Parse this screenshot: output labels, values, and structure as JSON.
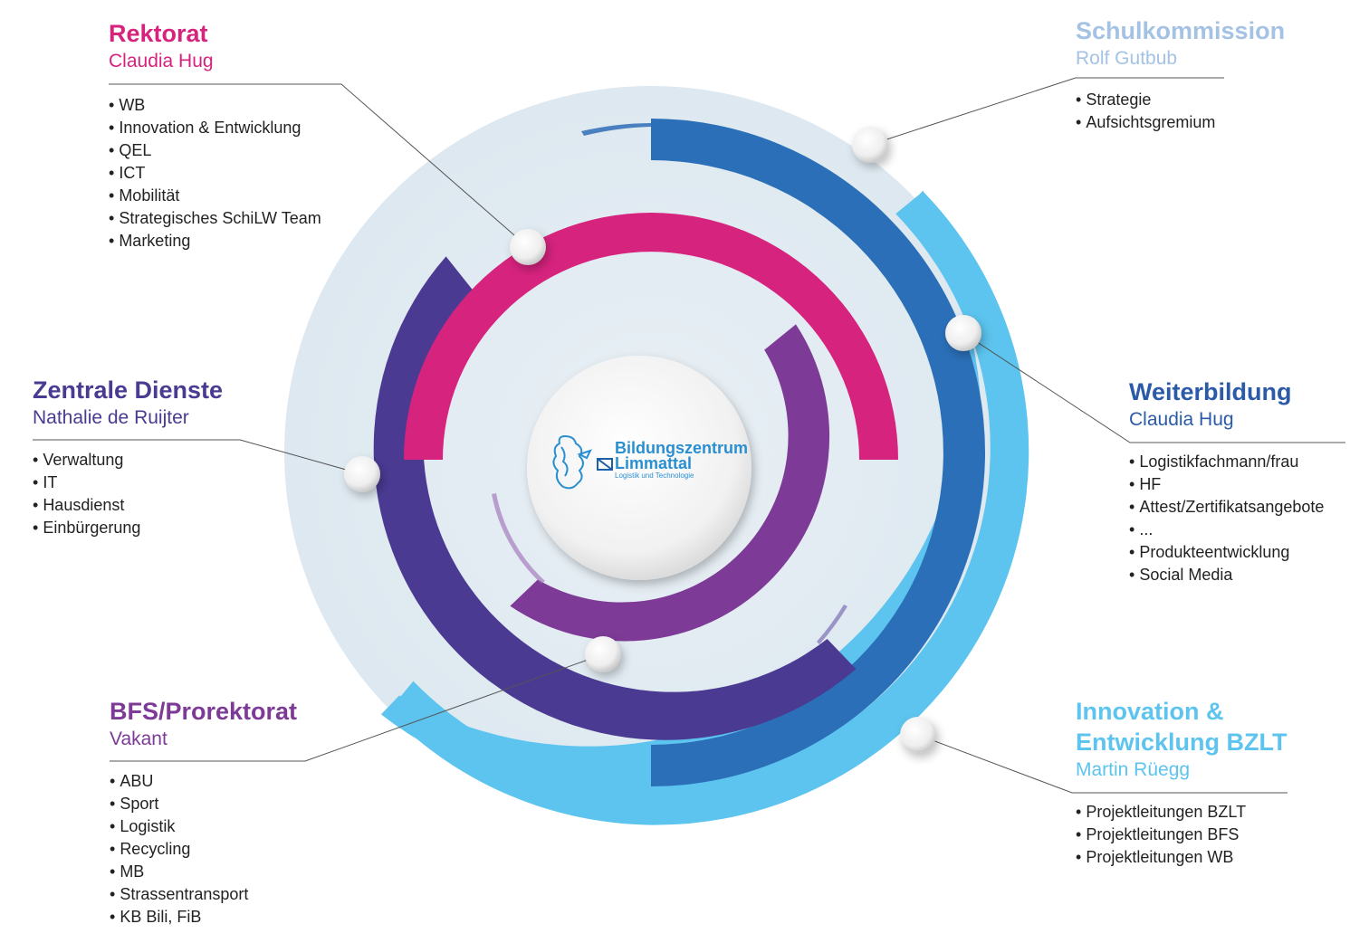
{
  "colors": {
    "rektorat": "#d6237d",
    "schulkommission": "#a4c2e4",
    "zentrale_dienste": "#4a3a92",
    "weiterbildung": "#2a5aa8",
    "bfs": "#7d3a96",
    "innovation": "#5cc4ee",
    "background_disc": "#e4ecf2",
    "text": "#222222"
  },
  "center_logo": {
    "line1": "Bildungszentrum",
    "line2": "Limmattal",
    "line3": "Logistik und Technologie",
    "icon": "lion-crest-icon"
  },
  "units": {
    "rektorat": {
      "title": "Rektorat",
      "person": "Claudia Hug",
      "items": [
        "WB",
        "Innovation & Entwicklung",
        "QEL",
        "ICT",
        "Mobilität",
        "Strategisches SchiLW Team",
        "Marketing"
      ]
    },
    "schulkommission": {
      "title": "Schulkommission",
      "person": "Rolf Gutbub",
      "items": [
        "Strategie",
        "Aufsichtsgremium"
      ]
    },
    "zentrale_dienste": {
      "title": "Zentrale Dienste",
      "person": "Nathalie de Ruijter",
      "items": [
        "Verwaltung",
        "IT",
        "Hausdienst",
        "Einbürgerung"
      ]
    },
    "weiterbildung": {
      "title": "Weiterbildung",
      "person": "Claudia Hug",
      "items": [
        "Logistikfachmann/frau",
        "HF",
        "Attest/Zertifikatsangebote",
        "...",
        "Produkteentwicklung",
        "Social Media"
      ]
    },
    "bfs": {
      "title": "BFS/Prorektorat",
      "person": "Vakant",
      "items": [
        "ABU",
        "Sport",
        "Logistik",
        "Recycling",
        "MB",
        "Strassentransport",
        "KB Bili, FiB"
      ]
    },
    "innovation": {
      "title_line1": "Innovation &",
      "title_line2": "Entwicklung BZLT",
      "person": "Martin Rüegg",
      "items": [
        "Projektleitungen BZLT",
        "Projektleitungen BFS",
        "Projektleitungen WB"
      ]
    }
  }
}
